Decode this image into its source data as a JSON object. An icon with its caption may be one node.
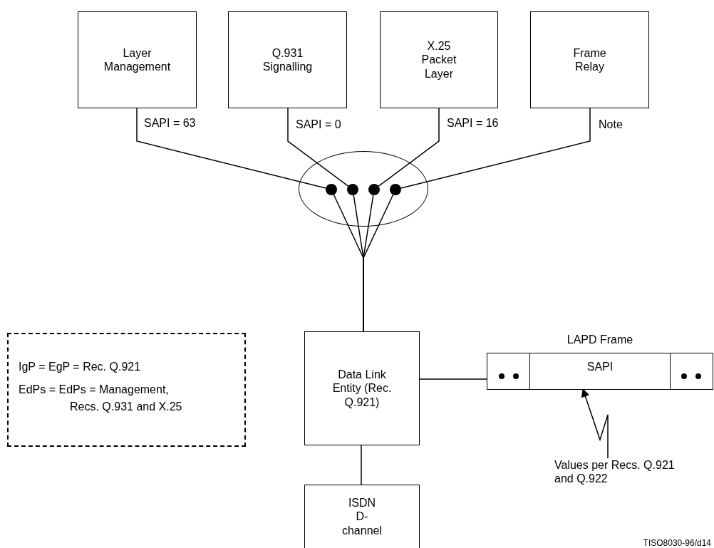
{
  "diagram": {
    "nodes": [
      {
        "text": [
          "Layer Management"
        ]
      },
      {
        "text": [
          "Q.931 Signalling"
        ]
      },
      {
        "text": [
          "X.25 Packet Layer"
        ]
      },
      {
        "text": [
          "Frame Relay"
        ]
      },
      {
        "text": [],
        "shape": "ellipse"
      },
      {
        "text": [],
        "shape": "circle",
        "in": 4
      },
      {
        "text": [],
        "shape": "circle",
        "in": 4
      },
      {
        "text": [],
        "shape": "circle",
        "in": 4
      },
      {
        "text": [],
        "shape": "circle",
        "in": 4
      },
      {
        "text": [
          "Data Link Entity (Rec. Q.921)"
        ]
      },
      {
        "text": [
          "ISDN D-channel"
        ]
      },
      {
        "text": [
          "LAPD Frame"
        ]
      },
      {
        "text": [],
        "shape": "box",
        "in": 11
      },
      {
        "text": [
          "SAPI"
        ],
        "in": 11
      },
      {
        "text": [],
        "shape": "box",
        "in": 11
      },
      {
        "text": [
          "Values per Recs. Q.921 and Q.922"
        ]
      },
      {
        "text": [
          "IgP = EgP = Rec. Q.921",
          "EdPs = EdPs = Management, Recs. Q.931 and X.25"
        ]
      }
    ],
    "edges": [
      {
        "from": 0,
        "to": 5,
        "arrow": "none",
        "label": "SAPI = 63"
      },
      {
        "from": 1,
        "to": 6,
        "arrow": "none",
        "label": "SAPI = 0"
      },
      {
        "from": 2,
        "to": 7,
        "arrow": "none",
        "label": "SAPI = 16"
      },
      {
        "from": 3,
        "to": 8,
        "arrow": "none",
        "label": "Note"
      },
      {
        "from": 5,
        "to": 9,
        "arrow": "none"
      },
      {
        "from": 6,
        "to": 9,
        "arrow": "none"
      },
      {
        "from": 7,
        "to": 9,
        "arrow": "none"
      },
      {
        "from": 8,
        "to": 9,
        "arrow": "none"
      },
      {
        "from": 9,
        "to": 10,
        "arrow": "none"
      },
      {
        "from": 9,
        "to": 11,
        "arrow": "none"
      },
      {
        "from": 15,
        "to": 13,
        "arrow": "to"
      }
    ],
    "labels": [
      "TISO8030-96/d14"
    ]
  }
}
